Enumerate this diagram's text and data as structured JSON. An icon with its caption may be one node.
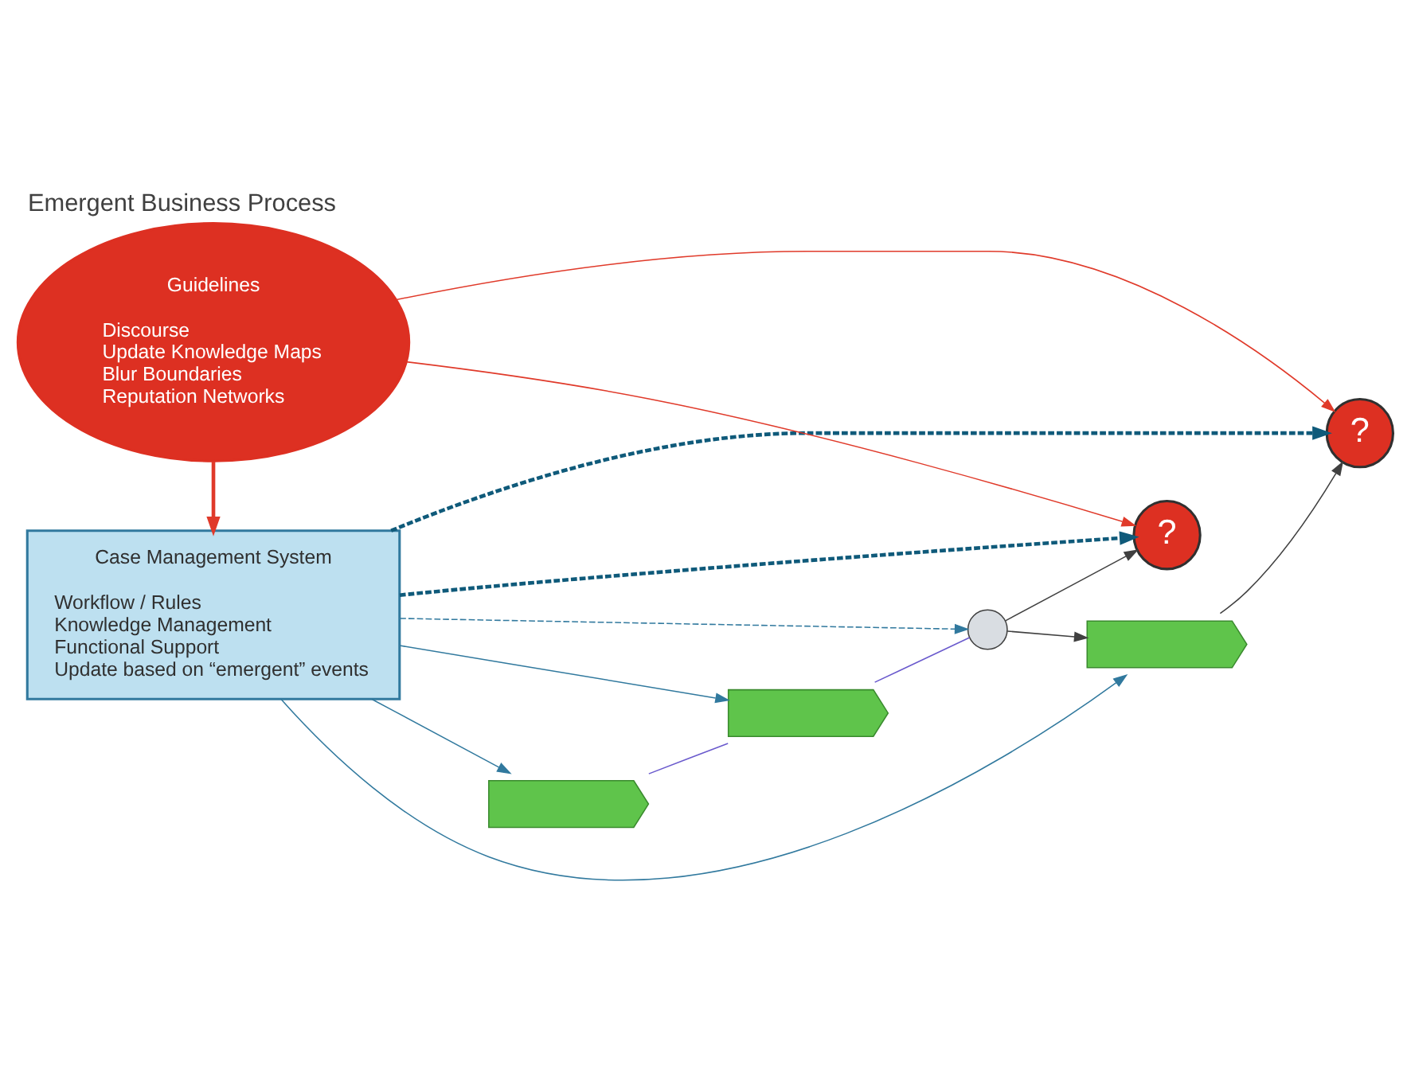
{
  "diagram": {
    "title": "Emergent Business Process",
    "nodes": [
      {
        "text": [],
        "shape": "box"
      },
      {
        "text": [],
        "shape": "box"
      },
      {
        "text": [],
        "shape": "circle"
      },
      {
        "text": [],
        "shape": "box"
      },
      {
        "text": [
          "?"
        ]
      },
      {
        "text": [
          "?"
        ]
      },
      {
        "text": [
          "Case Management System",
          "Workflow / Rules",
          "Knowledge Management",
          "Functional Support",
          "Update based on “emergent” events"
        ]
      },
      {
        "text": [
          "Guidelines",
          "Discourse",
          "Update Knowledge Maps",
          "Blur Boundaries",
          "Reputation Networks"
        ]
      }
    ],
    "edges": [
      {
        "from": 0,
        "to": 1,
        "arrow": "none",
        "color": "#6a5acd"
      },
      {
        "from": 1,
        "to": 2,
        "arrow": "none",
        "color": "#6a5acd"
      },
      {
        "from": 2,
        "to": 3,
        "arrow": "to",
        "color": "#404040"
      },
      {
        "from": 2,
        "to": 5,
        "arrow": "to",
        "color": "#404040"
      },
      {
        "from": 3,
        "to": 4,
        "arrow": "to",
        "color": "#404040"
      },
      {
        "from": 6,
        "to": 0,
        "arrow": "to"
      },
      {
        "from": 6,
        "to": 1,
        "arrow": "to"
      },
      {
        "from": 6,
        "to": 2,
        "arrow": "to",
        "style": "dashed"
      },
      {
        "from": 6,
        "to": 3,
        "arrow": "to"
      },
      {
        "from": 6,
        "to": 5,
        "arrow": "to",
        "style": "dashed",
        "color": "#0f5a7a"
      },
      {
        "from": 6,
        "to": 4,
        "arrow": "to",
        "style": "dashed",
        "color": "#0f5a7a"
      },
      {
        "from": 7,
        "to": 5,
        "arrow": "to",
        "color": "#e03a2a"
      },
      {
        "from": 7,
        "to": 4,
        "arrow": "to",
        "color": "#e03a2a"
      },
      {
        "from": 7,
        "to": 6,
        "arrow": "to",
        "style": "thick",
        "color": "#e03a2a"
      }
    ]
  }
}
